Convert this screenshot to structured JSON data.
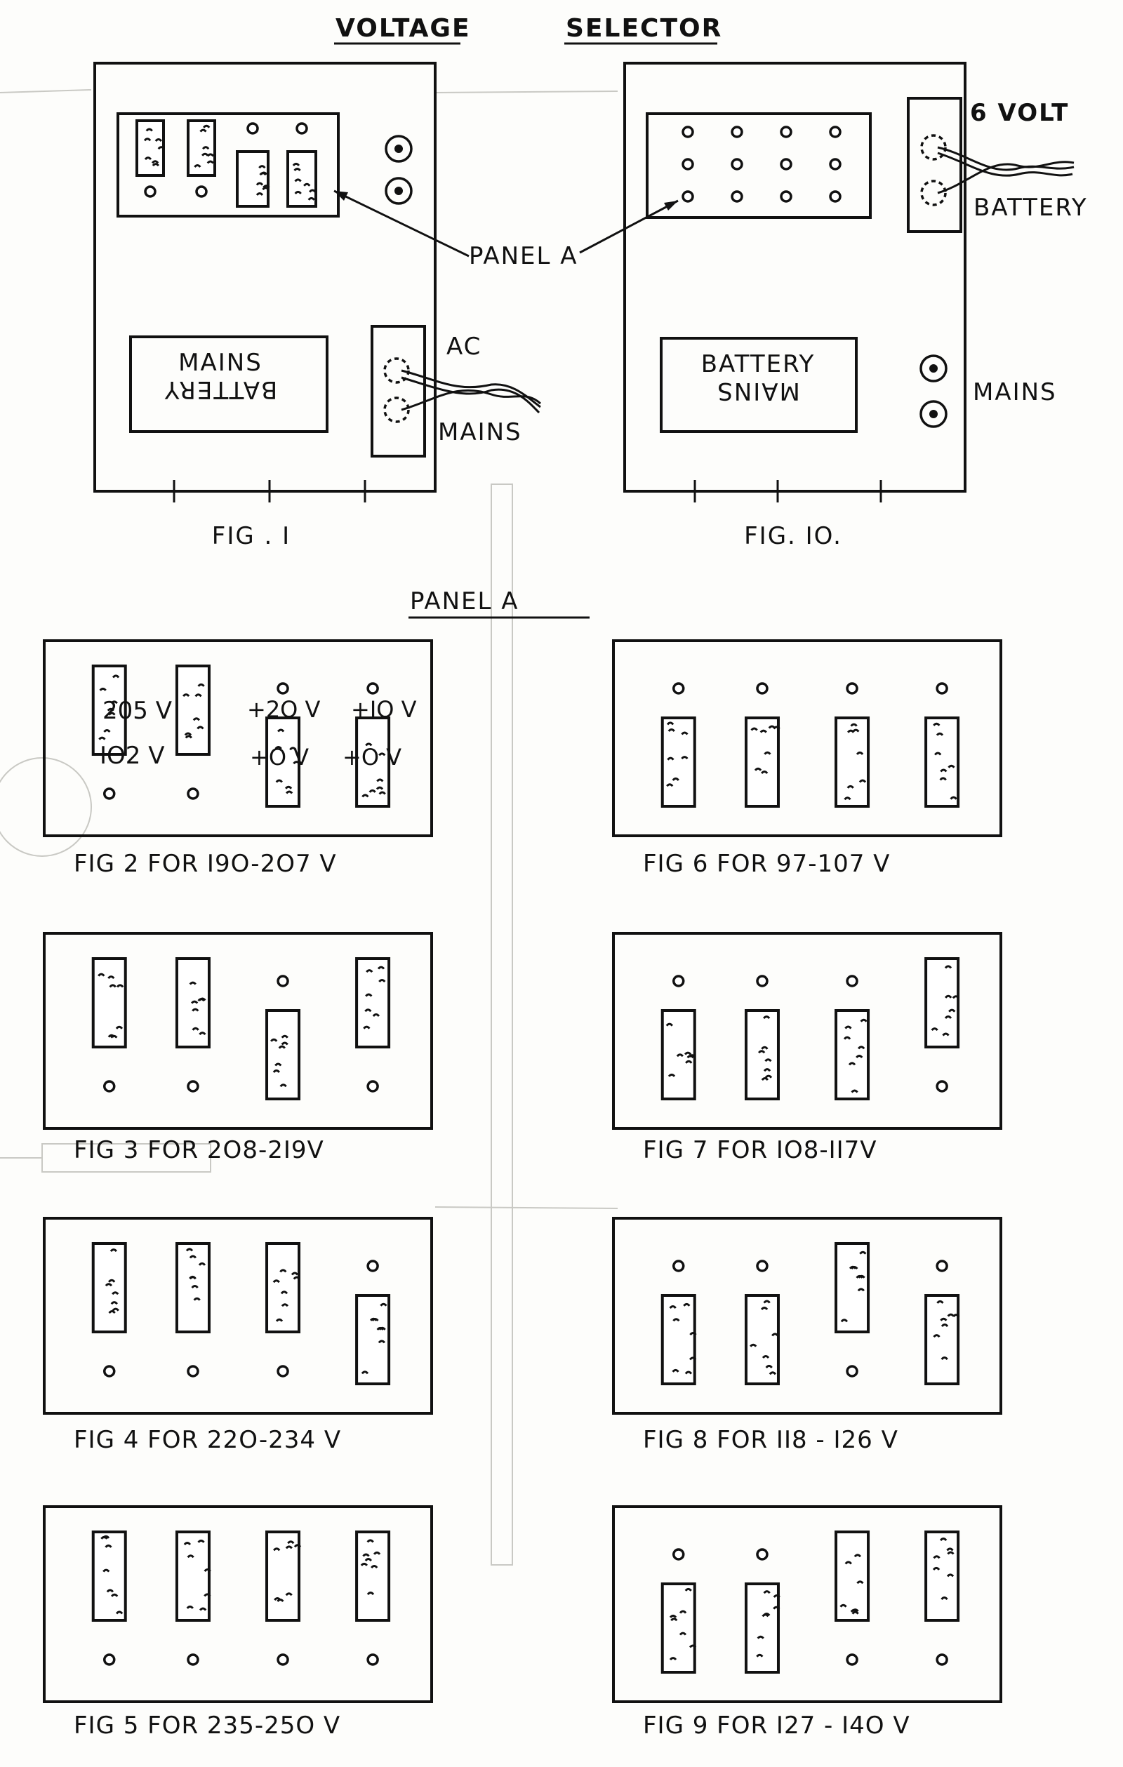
{
  "header": {
    "word_left": "VOLTAGE",
    "word_right": "SELECTOR"
  },
  "figure_1": {
    "panel_word_top": "MAINS",
    "panel_word_bottom": "BATTERY",
    "ac_label": "AC",
    "mains_label": "MAINS",
    "caption": "FIG . I"
  },
  "figure_10": {
    "six_volt_label": "6 VOLT",
    "battery_label": "BATTERY",
    "panel_word_top": "BATTERY",
    "panel_word_bottom": "MAINS",
    "mains_label": "MAINS",
    "caption": "FIG. IO."
  },
  "callout": {
    "panel_a": "PANEL A"
  },
  "section": {
    "title": "PANEL A"
  },
  "fig2_labels": {
    "l205": "205 V",
    "l102": "IO2 V",
    "l20": "+2O V",
    "l10": "+IO V",
    "l0a": "+O V",
    "l0b": "+O V"
  },
  "link_layouts": [
    {
      "caption": "FIG 2 FOR I9O-2O7 V",
      "links": [
        "top",
        "top",
        "bottom",
        "bottom"
      ]
    },
    {
      "caption": "FIG 6 FOR 97-107 V",
      "links": [
        "bottom",
        "bottom",
        "bottom",
        "bottom"
      ]
    },
    {
      "caption": "FIG 3 FOR 2O8-2I9V",
      "links": [
        "top",
        "top",
        "bottom",
        "top"
      ]
    },
    {
      "caption": "FIG 7 FOR IO8-II7V",
      "links": [
        "bottom",
        "bottom",
        "bottom",
        "top"
      ]
    },
    {
      "caption": "FIG 4 FOR 22O-234 V",
      "links": [
        "top",
        "top",
        "top",
        "bottom"
      ]
    },
    {
      "caption": "FIG 8 FOR II8 - I26 V",
      "links": [
        "bottom",
        "bottom",
        "top",
        "bottom"
      ]
    },
    {
      "caption": "FIG 5 FOR 235-25O V",
      "links": [
        "top",
        "top",
        "top",
        "top"
      ]
    },
    {
      "caption": "FIG 9 FOR I27 - I4O V",
      "links": [
        "bottom",
        "bottom",
        "top",
        "top"
      ]
    }
  ],
  "colors": {
    "ink": "#111111",
    "paper": "#fdfdfb",
    "ghost": "#c9c9c4"
  }
}
